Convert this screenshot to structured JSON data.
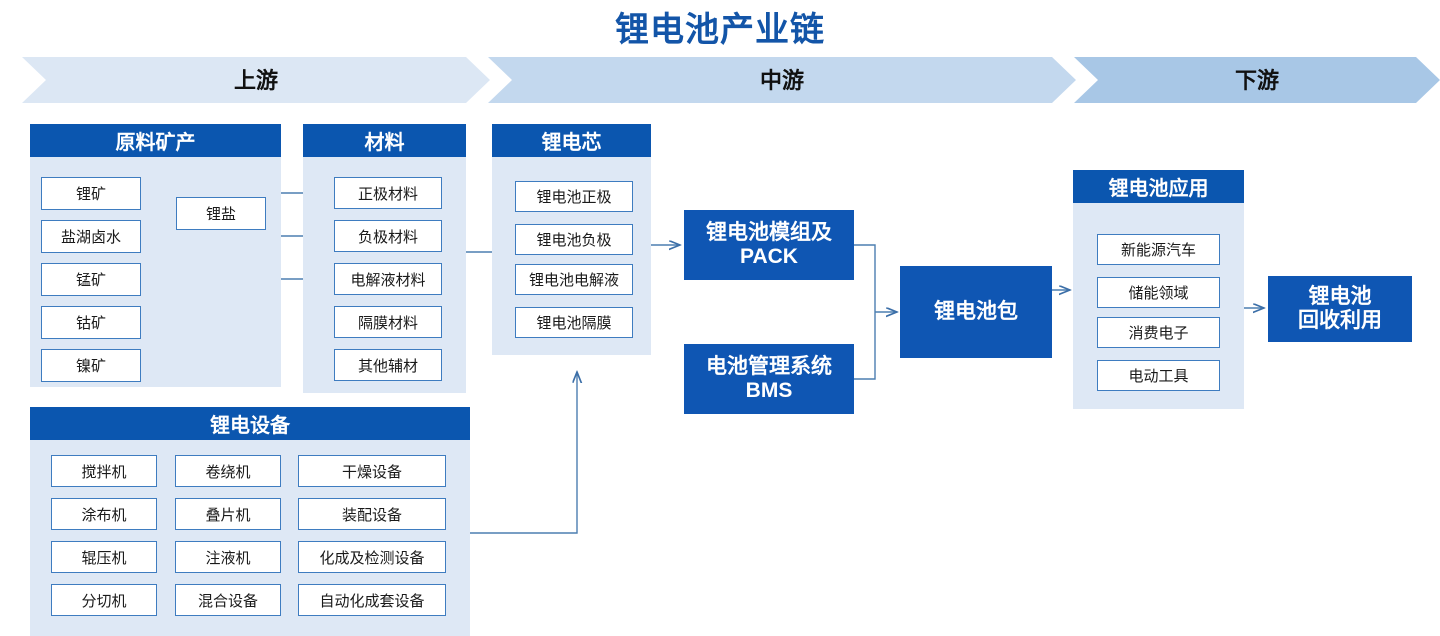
{
  "title": "锂电池产业链",
  "band": {
    "upstream": "上游",
    "midstream": "中游",
    "downstream": "下游"
  },
  "colors": {
    "header_blue": "#0B56AF",
    "solid_blue": "#0F56B3",
    "panel_bg": "#DEE8F5",
    "cell_border": "#3E7CC0",
    "title_blue": "#1355A8",
    "chevron_upstream": "#DCE7F4",
    "chevron_midstream": "#C3D8EE",
    "chevron_downstream": "#A8C7E6",
    "connector": "#4C7EB0"
  },
  "groups": {
    "raw_materials": {
      "header": "原料矿产",
      "items": [
        "锂矿",
        "盐湖卤水",
        "锰矿",
        "钴矿",
        "镍矿"
      ]
    },
    "lithium_salt": {
      "label": "锂盐"
    },
    "materials": {
      "header": "材料",
      "items": [
        "正极材料",
        "负极材料",
        "电解液材料",
        "隔膜材料",
        "其他辅材"
      ]
    },
    "cell": {
      "header": "锂电芯",
      "items": [
        "锂电池正极",
        "锂电池负极",
        "锂电池电解液",
        "锂电池隔膜"
      ]
    },
    "equipment": {
      "header": "锂电设备",
      "columns": [
        [
          "搅拌机",
          "涂布机",
          "辊压机",
          "分切机"
        ],
        [
          "卷绕机",
          "叠片机",
          "注液机",
          "混合设备"
        ],
        [
          "干燥设备",
          "装配设备",
          "化成及检测设备",
          "自动化成套设备"
        ]
      ]
    },
    "application": {
      "header": "锂电池应用",
      "items": [
        "新能源汽车",
        "储能领域",
        "消费电子",
        "电动工具"
      ]
    }
  },
  "nodes": {
    "pack": "锂电池模组及\nPACK",
    "pack_line1": "锂电池模组及",
    "pack_line2": "PACK",
    "bms_line1": "电池管理系统",
    "bms_line2": "BMS",
    "battery_pack": "锂电池包",
    "recycle_line1": "锂电池",
    "recycle_line2": "回收利用"
  }
}
